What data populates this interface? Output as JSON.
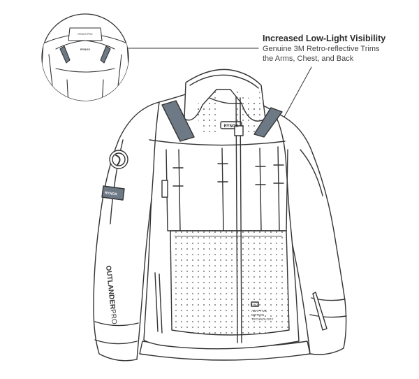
{
  "callout": {
    "title": "Increased Low-Light Visibility",
    "line1": "Genuine 3M Retro-reflective Trims",
    "line2": "the Arms, Chest, and Back"
  },
  "jacket": {
    "chest_logo": "RYNOX",
    "sleeve_logo": "RYNOX",
    "sleeve_text_strong": "OUTLANDER",
    "sleeve_text_light": "PRO",
    "tag_label": "RYNOX",
    "tech_line1": "ADAPTIVE",
    "tech_line2": "MOTION",
    "tech_line3": "TECHNOLOGY",
    "inset_collar_label": "RYNOX PRO",
    "inset_logo": "RYNOX"
  },
  "colors": {
    "outline": "#333333",
    "reflective": "#6d7a86",
    "fill": "#ffffff"
  }
}
